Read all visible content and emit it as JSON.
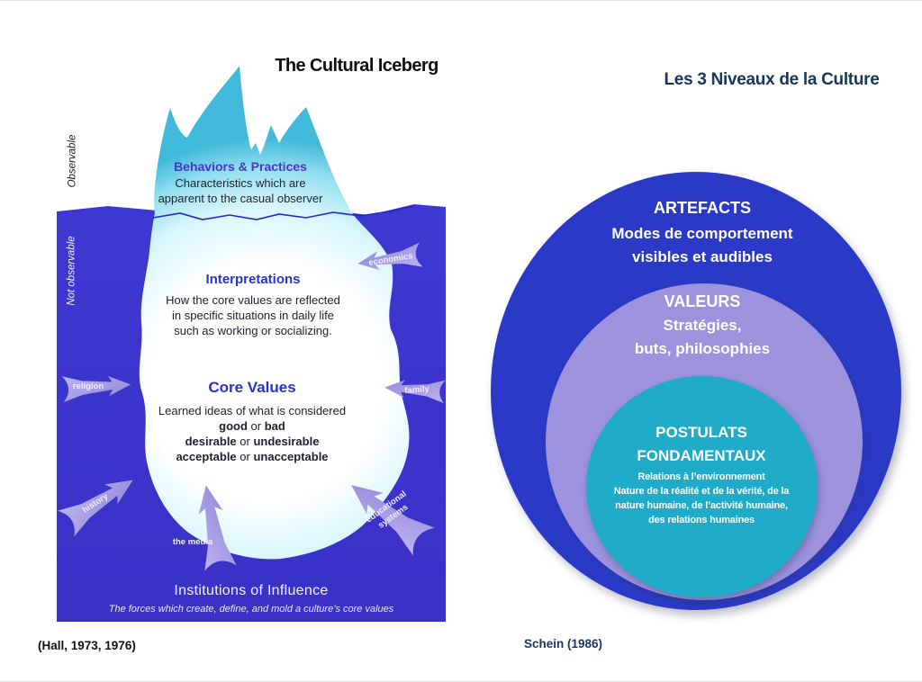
{
  "colors": {
    "water_blue": "#3c35cd",
    "iceberg_cyan": "#41b9db",
    "arrow_purple": "#a79ee2",
    "outer_circle_blue": "#2b3ac6",
    "middle_circle_purple": "#9c92de",
    "inner_circle_teal": "#20abc8",
    "heading_blue": "#2633d2",
    "heading_violet": "#4a33c6",
    "navy_text": "#17365d"
  },
  "iceberg": {
    "title": "The Cultural Iceberg",
    "axis": {
      "observable": "Observable",
      "not_observable": "Not observable"
    },
    "behaviors": {
      "heading": "Behaviors & Practices",
      "lines": [
        "Characteristics which are",
        "apparent to the casual observer"
      ]
    },
    "interpretations": {
      "heading": "Interpretations",
      "lines": [
        "How the core values are reflected",
        "in specific situations in daily life",
        "such as working or socializing."
      ]
    },
    "core_values": {
      "heading": "Core Values",
      "intro": "Learned ideas of what is considered",
      "pairs": [
        {
          "a": "good",
          "sep": " or ",
          "b": "bad"
        },
        {
          "a": "desirable",
          "sep": " or ",
          "b": "undesirable"
        },
        {
          "a": "acceptable",
          "sep": " or ",
          "b": "unacceptable"
        }
      ]
    },
    "institutions": {
      "heading": "Institutions of Influence",
      "subtitle": "The forces which create, define, and mold a culture’s core values"
    },
    "arrows": {
      "economics": "economics",
      "family": "family",
      "religion": "religion",
      "history": "history",
      "media": "the media",
      "education": "educational systems"
    },
    "caption": "(Hall, 1973, 1976)"
  },
  "niveaux": {
    "title": "Les 3 Niveaux de la Culture",
    "artefacts": {
      "heading": "ARTEFACTS",
      "lines": [
        "Modes de comportement",
        "visibles et audibles"
      ]
    },
    "valeurs": {
      "heading": "VALEURS",
      "lines": [
        "Stratégies,",
        "buts, philosophies"
      ]
    },
    "postulats": {
      "heading_line1": "POSTULATS",
      "heading_line2": "FONDAMENTAUX",
      "lines": [
        "Relations à l’environnement",
        "Nature de la réalité et de la vérité, de la",
        "nature humaine, de l’activité humaine,",
        "des relations humaines"
      ]
    },
    "caption": "Schein (1986)"
  }
}
